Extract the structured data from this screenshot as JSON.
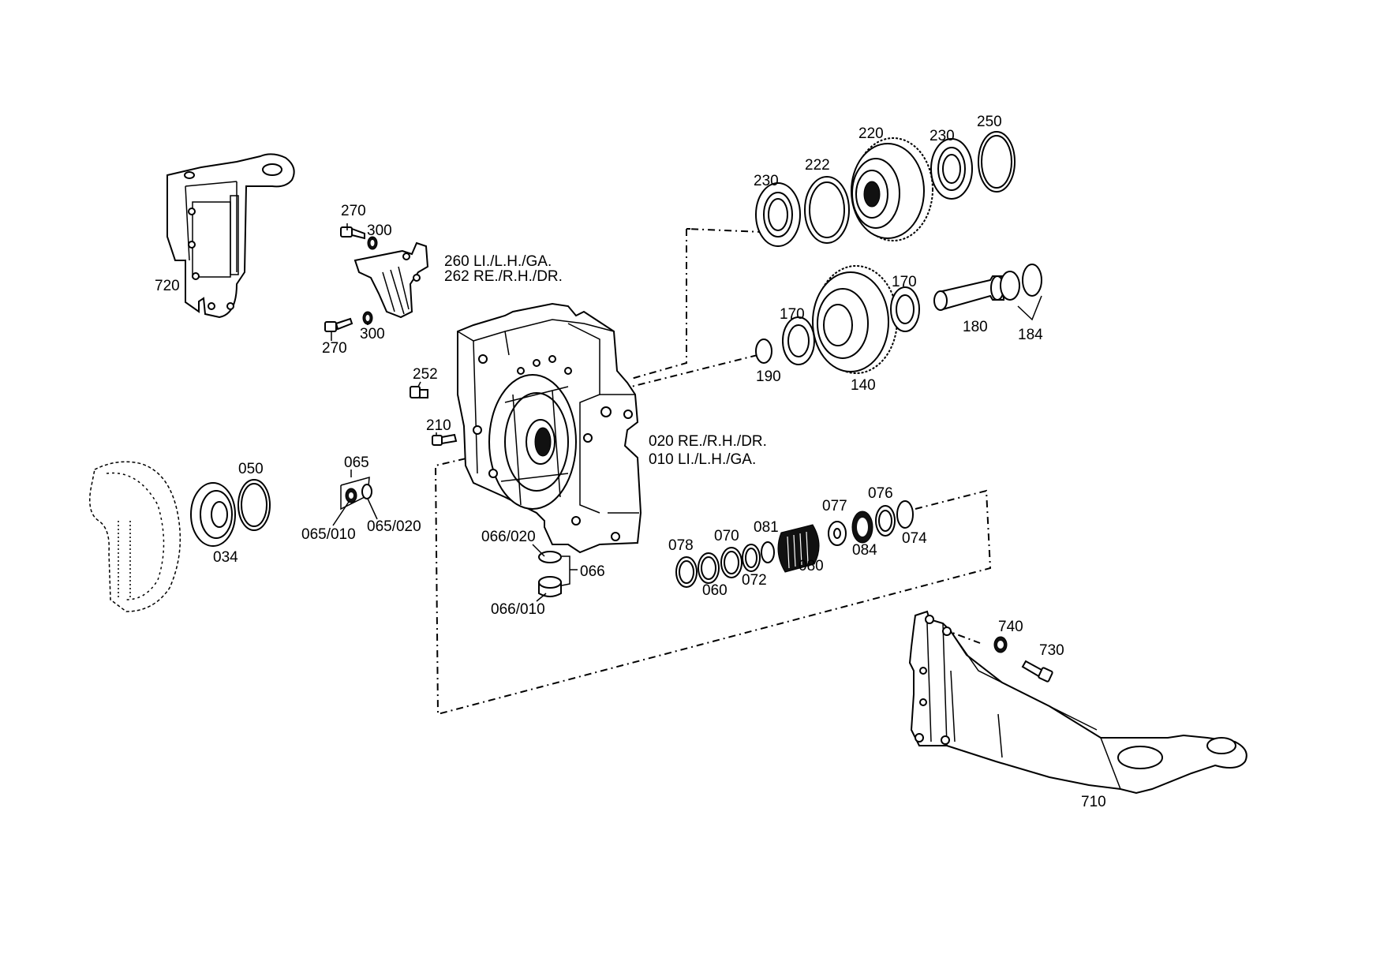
{
  "diagram": {
    "labels": {
      "p720": "720",
      "p270a": "270",
      "p300a": "300",
      "p260": "260 LI./L.H./GA.",
      "p262": "262 RE./R.H./DR.",
      "p270b": "270",
      "p300b": "300",
      "p252": "252",
      "p210": "210",
      "p020": "020 RE./R.H./DR.",
      "p010": "010 LI./L.H./GA.",
      "p230a": "230",
      "p222": "222",
      "p220": "220",
      "p230b": "230",
      "p250": "250",
      "p170a": "170",
      "p170b": "170",
      "p180": "180",
      "p184": "184",
      "p190": "190",
      "p140": "140",
      "p050": "050",
      "p034": "034",
      "p065": "065",
      "p065_010": "065/010",
      "p065_020": "065/020",
      "p066_020": "066/020",
      "p066": "066",
      "p066_010": "066/010",
      "p078": "078",
      "p070": "070",
      "p081": "081",
      "p077": "077",
      "p076": "076",
      "p074": "074",
      "p060": "060",
      "p072": "072",
      "p080": "080",
      "p084": "084",
      "p740": "740",
      "p730": "730",
      "p710": "710"
    }
  }
}
